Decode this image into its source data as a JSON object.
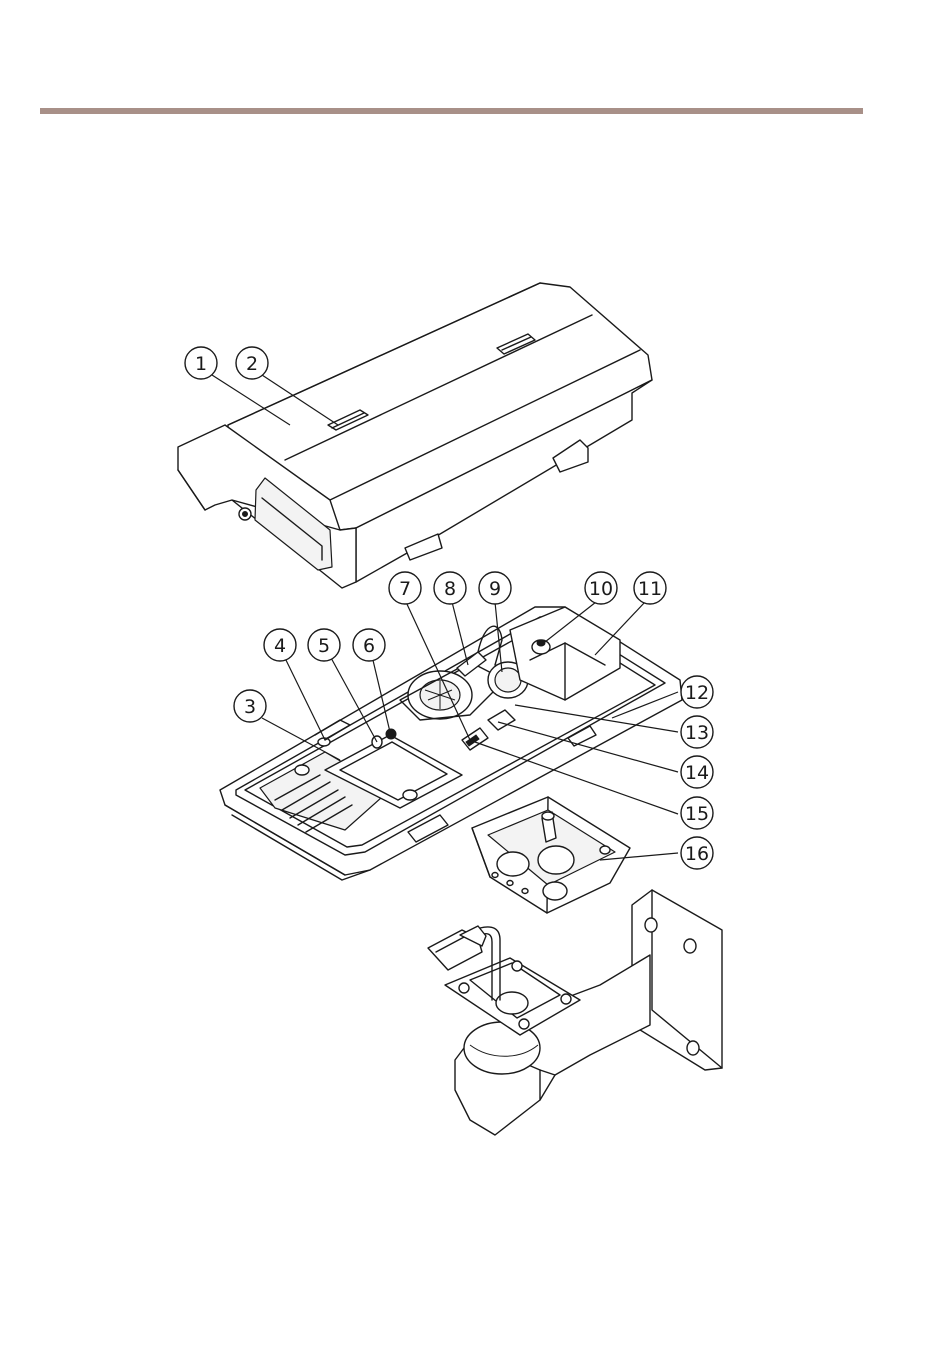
{
  "rule_color": "#a89088",
  "callouts": [
    {
      "id": "1",
      "label": "1"
    },
    {
      "id": "2",
      "label": "2"
    },
    {
      "id": "3",
      "label": "3"
    },
    {
      "id": "4",
      "label": "4"
    },
    {
      "id": "5",
      "label": "5"
    },
    {
      "id": "6",
      "label": "6"
    },
    {
      "id": "7",
      "label": "7"
    },
    {
      "id": "8",
      "label": "8"
    },
    {
      "id": "9",
      "label": "9"
    },
    {
      "id": "10",
      "label": "10"
    },
    {
      "id": "11",
      "label": "11"
    },
    {
      "id": "12",
      "label": "12"
    },
    {
      "id": "13",
      "label": "13"
    },
    {
      "id": "14",
      "label": "14"
    },
    {
      "id": "15",
      "label": "15"
    },
    {
      "id": "16",
      "label": "16"
    }
  ]
}
